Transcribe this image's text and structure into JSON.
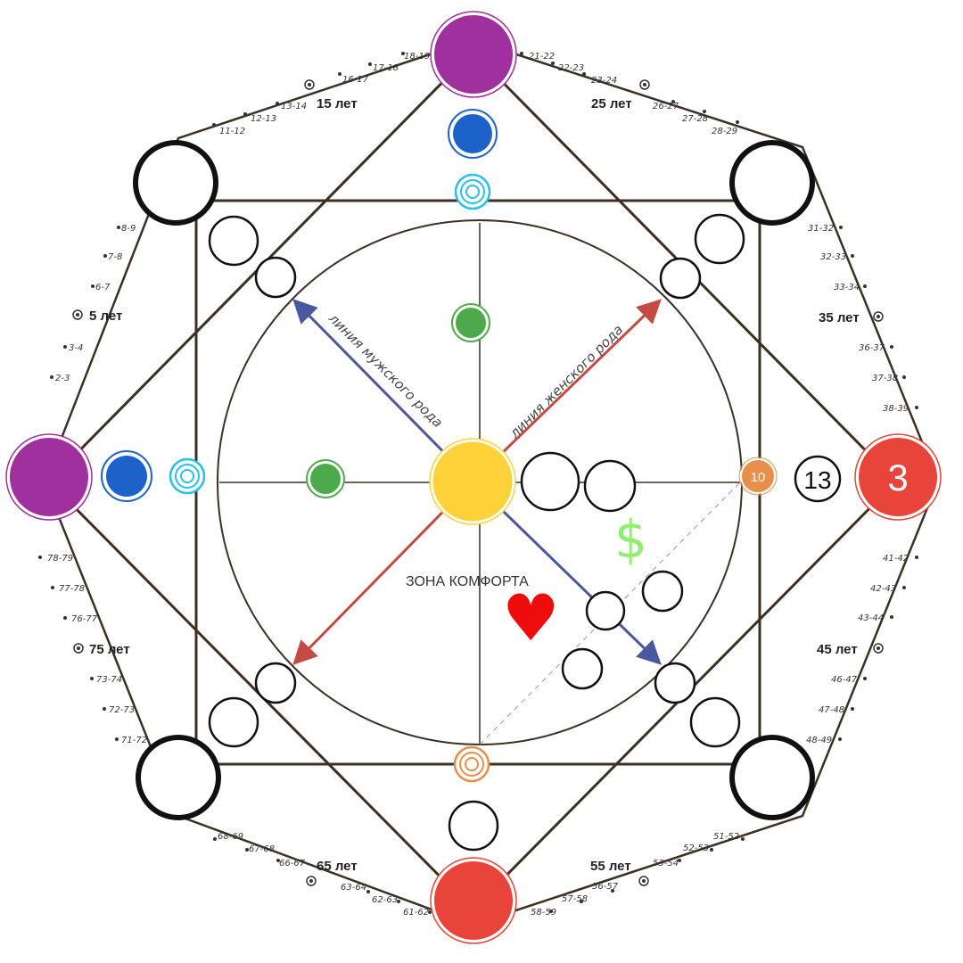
{
  "colors": {
    "purple": "#a0309e",
    "blue": "#1d62c9",
    "cyan": "#27c2e8",
    "green": "#4caa4a",
    "yellow": "#ffd23a",
    "orange": "#e8904a",
    "red": "#e8443a",
    "line": "#3d3022",
    "male_arrow": "#4a58a0",
    "female_arrow": "#c44a42",
    "dollar": "#90ee70",
    "heart": "#ee0c0c"
  },
  "labels": {
    "male_line": "линия мужского рода",
    "female_line": "линия женского рода",
    "comfort_zone": "ЗОНА КОМФОРТА",
    "dollar": "$",
    "heart": "♥"
  },
  "numbers": {
    "red_right": "3",
    "orange_right": "10",
    "white_right": "13"
  },
  "ages_major": [
    "5 лет",
    "15 лет",
    "25 лет",
    "35 лет",
    "45 лет",
    "55 лет",
    "65 лет",
    "75 лет"
  ],
  "ages_minor": {
    "left_upper": [
      "8-9",
      "7-8",
      "6-7",
      "3-4",
      "2-3"
    ],
    "top_left": [
      "11-12",
      "12-13",
      "13-14",
      "16-17",
      "17-18",
      "18-19"
    ],
    "top_right": [
      "21-22",
      "22-23",
      "23-24",
      "26-27",
      "27-28",
      "28-29"
    ],
    "right_upper": [
      "31-32",
      "32-33",
      "33-34",
      "36-37",
      "37-38",
      "38-39"
    ],
    "right_lower": [
      "41-42",
      "42-43",
      "43-44",
      "46-47",
      "47-48",
      "48-49"
    ],
    "bottom_right": [
      "51-52",
      "52-53",
      "53-54",
      "56-57",
      "57-58",
      "58-59"
    ],
    "bottom_left": [
      "61-62",
      "62-63",
      "63-64",
      "66-67",
      "67-68",
      "68-69"
    ],
    "left_lower": [
      "71-72",
      "72-73",
      "73-74",
      "76-77",
      "77-78",
      "78-79"
    ]
  }
}
